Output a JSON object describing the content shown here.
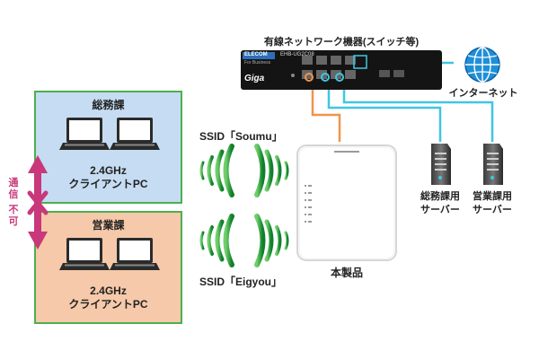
{
  "switch": {
    "title": "有線ネットワーク機器(スイッチ等)",
    "brand": "ELECOM",
    "model": "EHB-UG2C08",
    "sub": "For Business",
    "logo": "Giga"
  },
  "internet": {
    "label": "インターネット"
  },
  "groups": [
    {
      "title": "総務課",
      "pc_line1": "2.4GHz",
      "pc_line2": "クライアントPC",
      "fill": "#c6dcf2",
      "ssid": "SSID「Soumu」"
    },
    {
      "title": "営業課",
      "pc_line1": "2.4GHz",
      "pc_line2": "クライアントPC",
      "fill": "#f5c9a9",
      "ssid": "SSID「Eigyou」"
    }
  ],
  "blocked": {
    "line1": "通信",
    "line2": "不可",
    "color": "#c8387a"
  },
  "ap": {
    "label": "本製品"
  },
  "servers": [
    {
      "line1": "総務課用",
      "line2": "サーバー"
    },
    {
      "line1": "営業課用",
      "line2": "サーバー"
    }
  ],
  "colors": {
    "orange_cable": "#f0954a",
    "cyan_cable": "#3fc6e2",
    "wave_green": "#1e9e3a",
    "border_green": "#4caf50"
  }
}
